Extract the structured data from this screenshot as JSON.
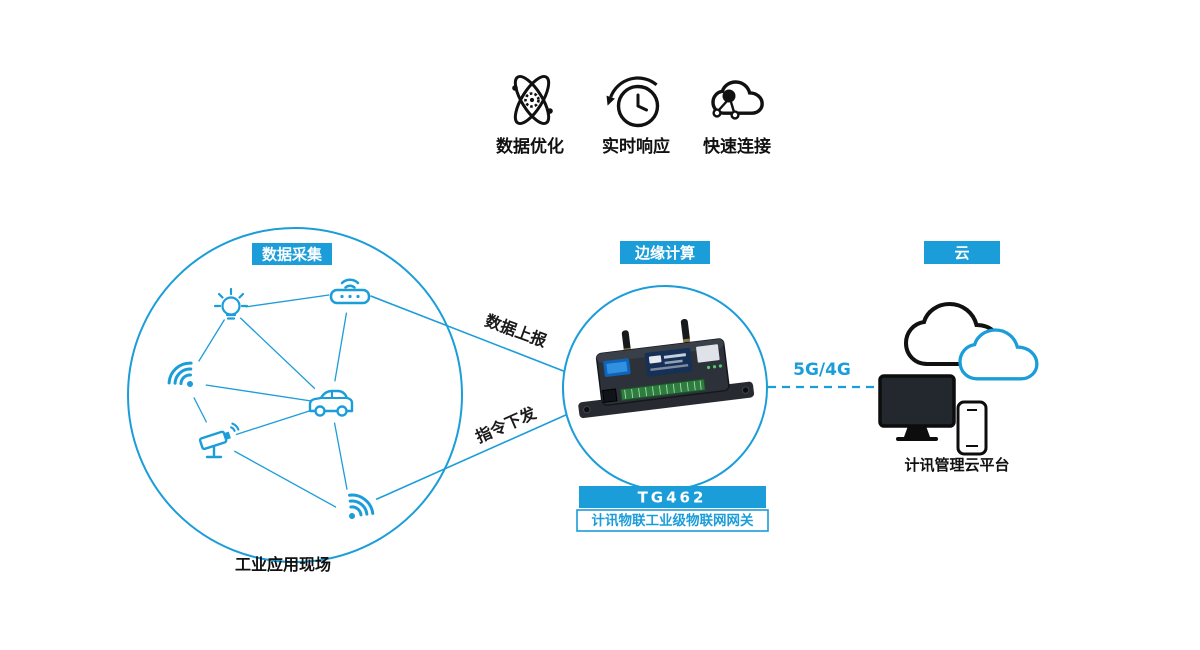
{
  "features": [
    {
      "label": "数据优化",
      "icon": "data-optimize-icon"
    },
    {
      "label": "实时响应",
      "icon": "realtime-response-icon"
    },
    {
      "label": "快速连接",
      "icon": "fast-connect-icon"
    }
  ],
  "field": {
    "badge": "数据采集",
    "caption": "工业应用现场",
    "device_icons": [
      "light-bulb",
      "wifi-router",
      "wifi-signal",
      "car",
      "cctv-camera",
      "wifi-signal"
    ]
  },
  "edge": {
    "badge": "边缘计算",
    "model": "TG462",
    "device_name": "计讯物联工业级物联网网关"
  },
  "cloud": {
    "badge": "云",
    "caption": "计讯管理云平台"
  },
  "links": {
    "uplink": "数据上报",
    "downlink": "指令下发",
    "wan": "5G/4G"
  },
  "colors": {
    "accent": "#1b9dd9",
    "ink": "#111111"
  }
}
